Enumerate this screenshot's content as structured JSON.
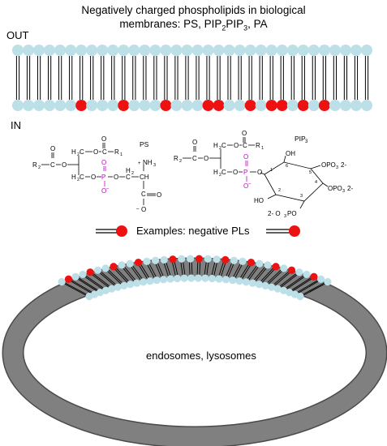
{
  "title": {
    "line1": "Negatively charged phospholipids in biological",
    "line2_prefix": "membranes: PS, PIP",
    "line2_sub1": "2",
    "line2_mid": "PIP",
    "line2_sub2": "3",
    "line2_suffix": ", PA"
  },
  "labels": {
    "out": "OUT",
    "in": "IN",
    "examples": "Examples: negative PLs",
    "organelle": "endosomes, lysosomes"
  },
  "structures": {
    "ps_name": "PS",
    "pip3_name": "PIP",
    "pip3_sub": "3"
  },
  "membrane": {
    "count": 34,
    "negative_indices": [
      6,
      10,
      14,
      18,
      19,
      22,
      24,
      25,
      27,
      29
    ]
  },
  "vesicle": {
    "count": 34,
    "negative_indices": [
      1,
      4,
      7,
      10,
      14,
      17,
      20,
      23,
      26,
      28,
      31
    ]
  },
  "colors": {
    "head_neutral": "#bcdfe8",
    "head_negative": "#ee1111",
    "phosphate": "#cc00cc",
    "vesicle_ring": "#808080",
    "vesicle_edge": "#4a4a4a"
  }
}
